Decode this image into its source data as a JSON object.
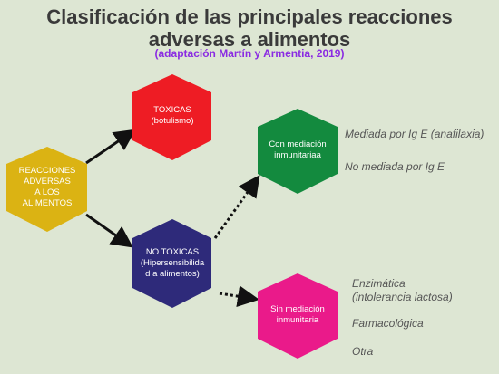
{
  "title_line1": "Clasificación de las principales reacciones",
  "title_line2": "adversas a alimentos",
  "subtitle": "(adaptación Martín y Armentia, 2019)",
  "colors": {
    "background": "#dde6d3",
    "root": "#dbb313",
    "toxic": "#ee1c24",
    "non_toxic": "#2e2a7a",
    "immune": "#138a3e",
    "non_immune": "#ea1a8a",
    "subtitle": "#8a2be2"
  },
  "nodes": {
    "root": {
      "line1": "REACCIONES",
      "line2": "ADVERSAS",
      "line3": "A LOS",
      "line4": "ALIMENTOS"
    },
    "toxic": {
      "line1": "TOXICAS",
      "line2": "(botulismo)"
    },
    "non_toxic": {
      "line1": "NO TOXICAS",
      "line2": "(Hipersensibilida",
      "line3": "d a alimentos)"
    },
    "immune": {
      "line1": "Con mediación",
      "line2": "inmunitariaa"
    },
    "non_immune": {
      "line1": "Sin mediación",
      "line2": "inmunitaria"
    }
  },
  "immune_types": {
    "item1": "Mediada por Ig E (anafilaxia)",
    "item2": "No mediada por Ig E"
  },
  "non_immune_types": {
    "item1_line1": "Enzimática",
    "item1_line2": "(intolerancia lactosa)",
    "item2": "Farmacológica",
    "item3": "Otra"
  }
}
